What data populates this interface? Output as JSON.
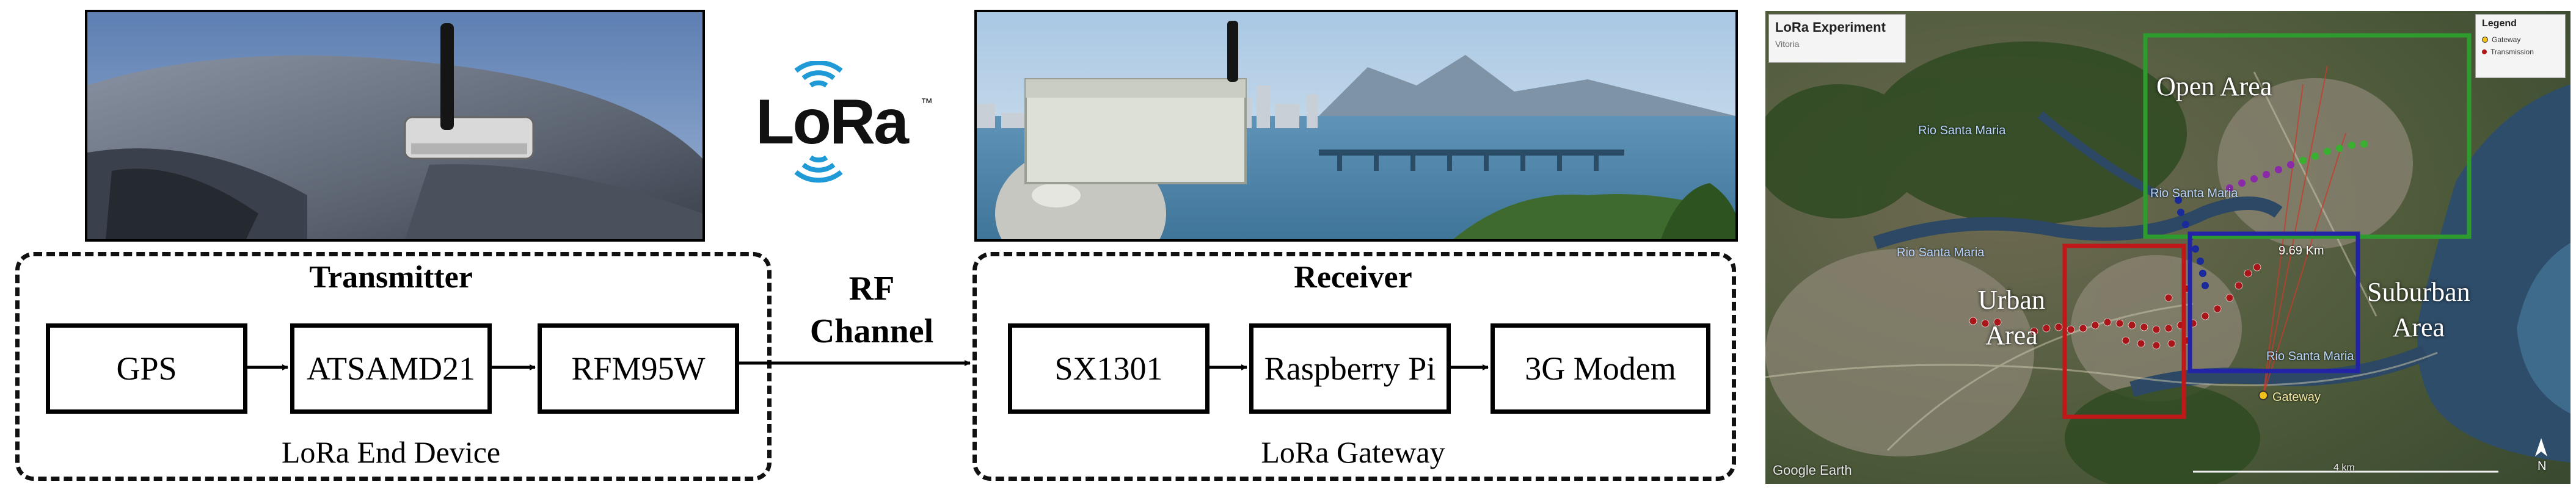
{
  "logo": {
    "text": "LoRa",
    "tm": "™"
  },
  "transmitter": {
    "title": "Transmitter",
    "caption": "LoRa End Device",
    "blocks": [
      "GPS",
      "ATSAMD21",
      "RFM95W"
    ]
  },
  "channel": {
    "line1": "RF",
    "line2": "Channel"
  },
  "receiver": {
    "title": "Receiver",
    "caption": "LoRa Gateway",
    "blocks": [
      "SX1301",
      "Raspberry Pi",
      "3G Modem"
    ]
  },
  "map": {
    "panel_title": "LoRa Experiment",
    "panel_subtitle": "Vitoria",
    "legend_title": "Legend",
    "legend_items": [
      "Gateway",
      "Transmission"
    ],
    "areas": {
      "open": "Open Area",
      "urban_line1": "Urban",
      "urban_line2": "Area",
      "suburban_line1": "Suburban",
      "suburban_line2": "Area"
    },
    "rivers": [
      "Rio Santa Maria",
      "Rio Santa Maria",
      "Rio Santa Maria",
      "Rio Santa Maria"
    ],
    "distance_label": "9.69 Km",
    "gateway_label": "Gateway",
    "watermark": "Google Earth",
    "scale_label": "4 km",
    "north": "N",
    "colors": {
      "open_area": "#2e9b2e",
      "urban_area": "#c01818",
      "suburban_area": "#2323a8",
      "transmissions": "#b01818"
    }
  }
}
